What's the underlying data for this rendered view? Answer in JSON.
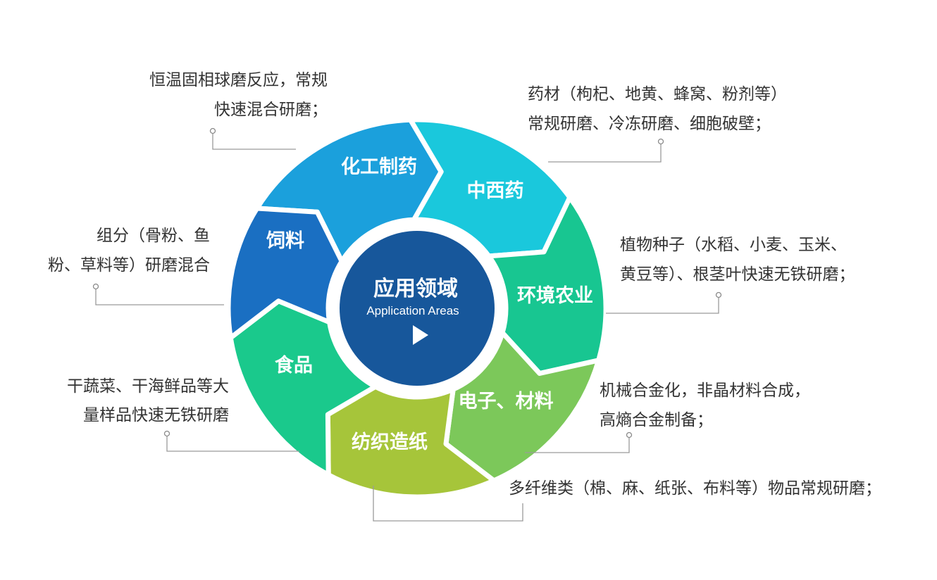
{
  "center": {
    "title": "应用领域",
    "subtitle": "Application Areas",
    "color": "#17579b",
    "ring_color": "#ffffff",
    "icon": "play-triangle-icon"
  },
  "segments": [
    {
      "label": "化工制药",
      "color": "#1ba0dc",
      "description": [
        "恒温固相球磨反应，常规",
        "快速混合研磨；"
      ]
    },
    {
      "label": "中西药",
      "color": "#1ac8dc",
      "description": [
        "药材（枸杞、地黄、蜂窝、粉剂等）",
        "常规研磨、冷冻研磨、细胞破壁；"
      ]
    },
    {
      "label": "环境农业",
      "color": "#18c691",
      "description": [
        "植物种子（水稻、小麦、玉米、",
        "黄豆等）、根茎叶快速无铁研磨；"
      ]
    },
    {
      "label": "电子、材料",
      "color": "#7cc85a",
      "description": [
        "机械合金化，非晶材料合成，",
        "高熵合金制备；"
      ]
    },
    {
      "label": "纺织造纸",
      "color": "#a6c53a",
      "description": [
        "多纤维类（棉、麻、纸张、布料等）物品常规研磨；"
      ]
    },
    {
      "label": "食品",
      "color": "#1ac98c",
      "description": [
        "干蔬菜、干海鲜品等大",
        "量样品快速无铁研磨"
      ]
    },
    {
      "label": "饲料",
      "color": "#1a6fc2",
      "description": [
        "组分（骨粉、鱼",
        "粉、草料等）研磨混合"
      ]
    }
  ]
}
